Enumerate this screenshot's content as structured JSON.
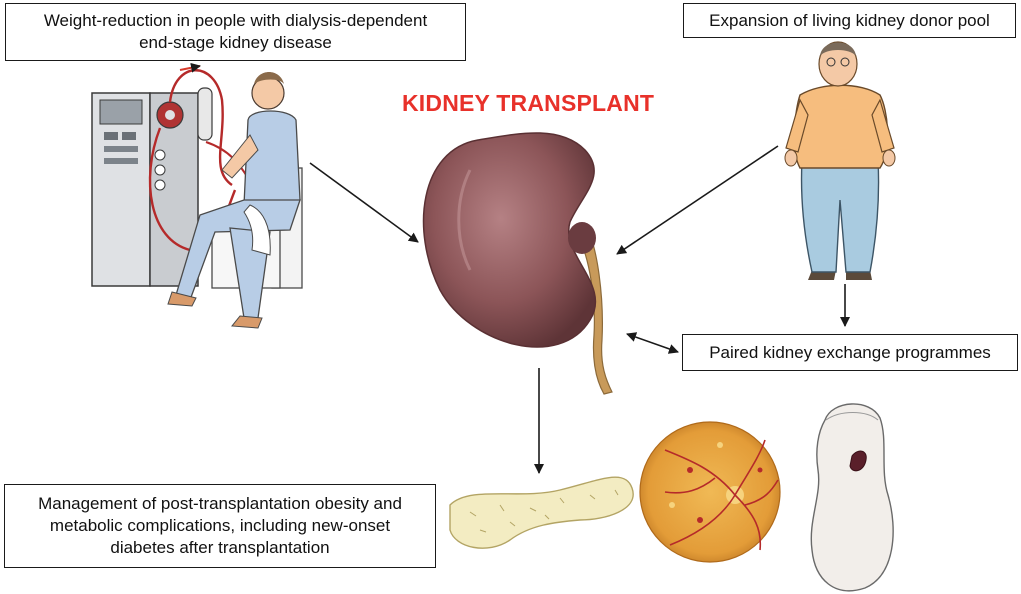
{
  "title": {
    "text": "KIDNEY TRANSPLANT",
    "color": "#e8312a"
  },
  "boxes": {
    "weight_reduction": {
      "line1": "Weight-reduction in people with dialysis-dependent",
      "line2": "end-stage kidney disease"
    },
    "donor_pool": {
      "text": "Expansion of living kidney donor pool"
    },
    "paired_exchange": {
      "text": "Paired kidney exchange programmes"
    },
    "management": {
      "line1": "Management of post-transplantation obesity and",
      "line2": "metabolic complications, including new-onset",
      "line3": "diabetes after transplantation"
    }
  },
  "colors": {
    "kidney": "#8c5558",
    "ureter": "#c89a5a",
    "arrow": "#1a1a1a",
    "retina": "#e3a240",
    "pancreas": "#f3ecc2",
    "shirt": "#f6bd7e",
    "jeans": "#a9cbe0"
  },
  "icons": [
    "dialysis-illustration",
    "obese-man-illustration",
    "kidney-illustration",
    "pancreas-illustration",
    "retina-illustration",
    "foot-ulcer-illustration"
  ]
}
